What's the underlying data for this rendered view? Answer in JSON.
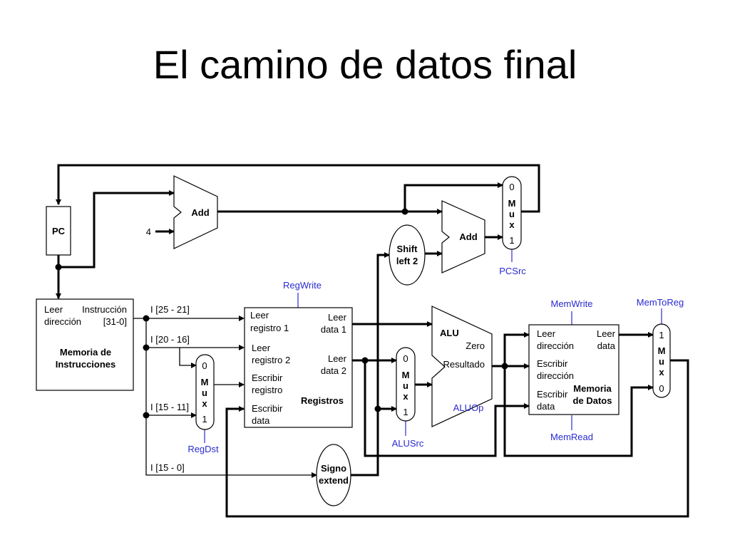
{
  "title": "El camino de datos final",
  "pc": "PC",
  "const_four": "4",
  "add1": "Add",
  "add2": "Add",
  "shift": [
    "Shift",
    "left 2"
  ],
  "sign": [
    "Signo",
    "extend"
  ],
  "imem": {
    "leer": "Leer",
    "instruccion": "Instrucción",
    "direccion": "dirección",
    "bits": "[31-0]",
    "name": [
      "Memoria de",
      "Instrucciones"
    ]
  },
  "fields": {
    "rs": "I [25 - 21]",
    "rt": "I [20 - 16]",
    "rd": "I [15 - 11]",
    "imm": "I [15 - 0]"
  },
  "registers": {
    "in1": [
      "Leer",
      "registro 1"
    ],
    "in2": [
      "Leer",
      "registro 2"
    ],
    "in3": [
      "Escribir",
      "registro"
    ],
    "in4": [
      "Escribir",
      "data"
    ],
    "out1": [
      "Leer",
      "data 1"
    ],
    "out2": [
      "Leer",
      "data 2"
    ],
    "name": "Registros"
  },
  "alu": {
    "name": "ALU",
    "zero": "Zero",
    "result": "Resultado"
  },
  "dmem": {
    "in1": [
      "Leer",
      "dirección"
    ],
    "in2": [
      "Escribir",
      "dirección"
    ],
    "in3": [
      "Escribir",
      "data"
    ],
    "out": [
      "Leer",
      "data"
    ],
    "name": [
      "Memoria",
      "de Datos"
    ]
  },
  "mux": {
    "letters": [
      "M",
      "u",
      "x"
    ],
    "zero": "0",
    "one": "1"
  },
  "control": {
    "regwrite": "RegWrite",
    "regdst": "RegDst",
    "alusrc": "ALUSrc",
    "aluop": "ALUOp",
    "memwrite": "MemWrite",
    "memread": "MemRead",
    "memtoreg": "MemToReg",
    "pcsrc": "PCSrc"
  },
  "colors": {
    "control": "#2a2ad0",
    "wire": "#000000"
  }
}
